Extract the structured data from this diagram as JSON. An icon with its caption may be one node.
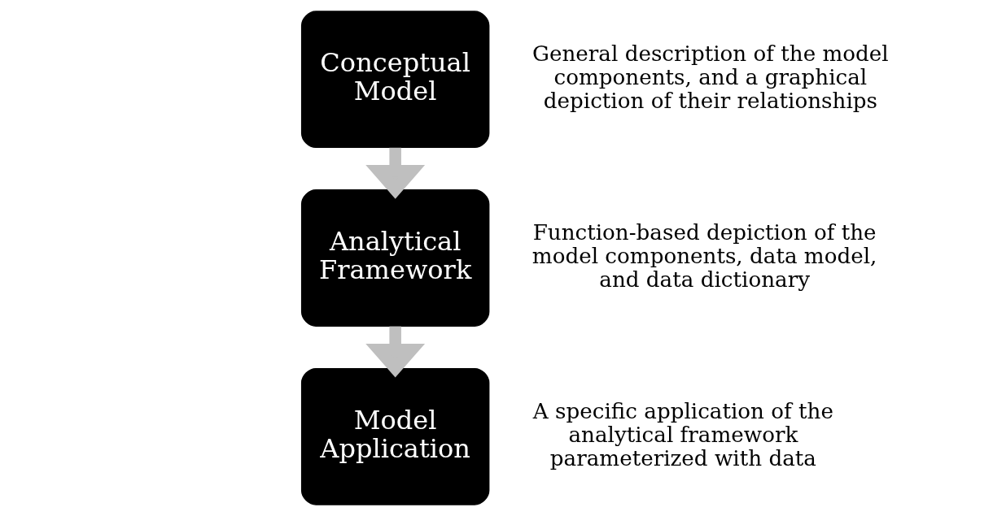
{
  "diagram": {
    "nodes": [
      {
        "text": [
          "Conceptual Model"
        ],
        "beside": [
          "General description of the model components, and a graphical depiction of their relationships"
        ]
      },
      {
        "text": [
          "Analytical Framework"
        ],
        "beside": [
          "Function-based depiction of the model components, data model, and data dictionary"
        ]
      },
      {
        "text": [
          "Model Application"
        ],
        "beside": [
          "A specific application of the analytical framework parameterized with data"
        ]
      }
    ],
    "edges": [
      {
        "from": 0,
        "to": 1,
        "arrow": "to"
      },
      {
        "from": 1,
        "to": 2,
        "arrow": "to"
      }
    ]
  }
}
